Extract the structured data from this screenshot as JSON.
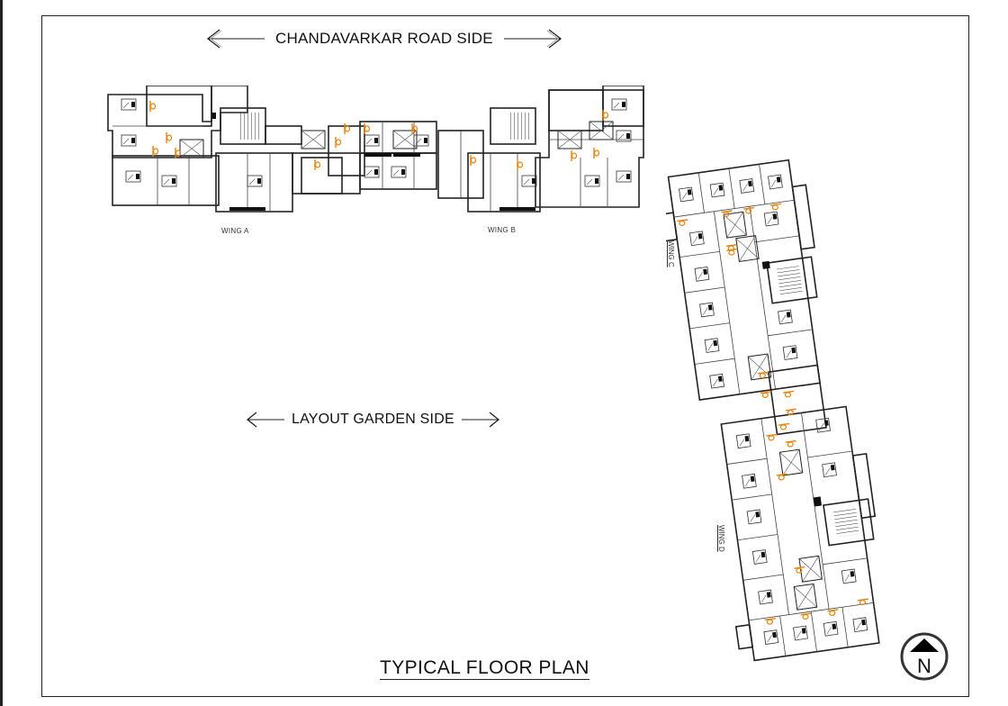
{
  "drawing": {
    "title": "TYPICAL FLOOR PLAN",
    "top_side_label": "CHANDAVARKAR ROAD SIDE",
    "middle_side_label": "LAYOUT GARDEN SIDE",
    "north_label": "N",
    "wings": [
      {
        "id": "A",
        "label": "WING A"
      },
      {
        "id": "B",
        "label": "WING B"
      },
      {
        "id": "C",
        "label": "WING C"
      },
      {
        "id": "D",
        "label": "WING D"
      }
    ],
    "colors": {
      "line": "#222222",
      "fixture_accent": "#e8830c",
      "background": "#ffffff"
    }
  }
}
